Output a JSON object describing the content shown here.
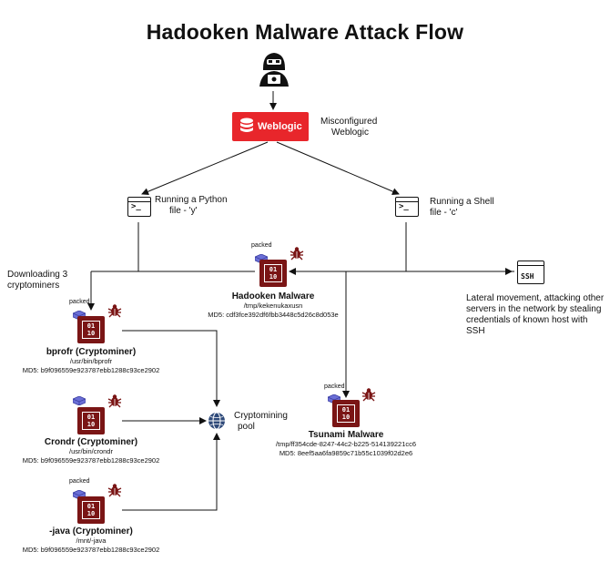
{
  "title": "Hadooken Malware Attack Flow",
  "weblogic": {
    "label": "Weblogic",
    "note_line1": "Misconfigured",
    "note_line2": "Weblogic"
  },
  "python_step": {
    "line1": "Running a Python",
    "line2": "file - 'y'"
  },
  "shell_step": {
    "line1": "Running a Shell",
    "line2": "file - 'c'"
  },
  "downloading_note": {
    "line1": "Downloading 3",
    "line2": "cryptominers"
  },
  "lateral_note": {
    "line1": "Lateral movement, attacking other",
    "line2": "servers in the network by stealing",
    "line3": "credentials of known host with",
    "line4": "SSH"
  },
  "ssh_icon_text": "SSH",
  "packed_label": "packed",
  "chip_text": "01\n10",
  "hadooken": {
    "name": "Hadooken Malware",
    "path": "/tmp/kekenukaxusn",
    "md5": "MD5: cdf3fce392df6fbb3448c5d26c8d053e"
  },
  "bprofr": {
    "name": "bprofr (Cryptominer)",
    "path": "/usr/bin/bprofr",
    "md5": "MD5: b9f096559e923787ebb1288c93ce2902"
  },
  "crondr": {
    "name": "Crondr (Cryptominer)",
    "path": "/usr/bin/crondr",
    "md5": "MD5: b9f096559e923787ebb1288c93ce2902"
  },
  "java": {
    "name": "-java (Cryptominer)",
    "path": "/mnt/-java",
    "md5": "MD5: b9f096559e923787ebb1288c93ce2902"
  },
  "tsunami": {
    "name": "Tsunami Malware",
    "path": "/tmp/ff354cde-8247-44c2-b225-514139221cc6",
    "md5": "MD5: 8eef5aa6fa9859c71b55c1039f02d2e6"
  },
  "pool": {
    "line1": "Cryptomining",
    "line2": "pool"
  },
  "colors": {
    "weblogic_red": "#e8262b",
    "malware_dark_red": "#7a1515",
    "packed_blue": "#6b6fd6"
  }
}
